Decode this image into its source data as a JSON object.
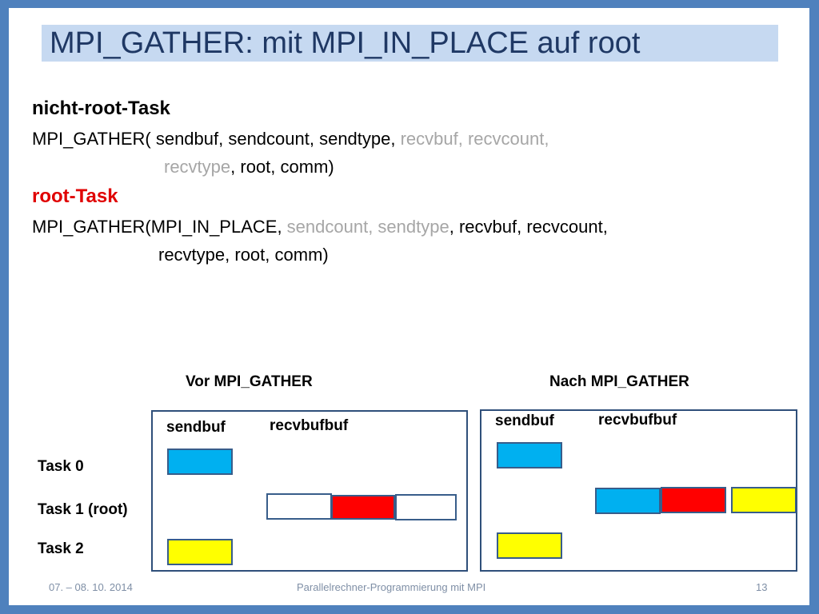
{
  "title": "MPI_GATHER:  mit MPI_IN_PLACE auf root",
  "nonroot": {
    "heading": "nicht-root-Task",
    "line1_black": "MPI_GATHER( sendbuf, sendcount, sendtype, ",
    "line1_grey": "recvbuf, recvcount,",
    "line2_grey": "recvtype",
    "line2_black": ", root, comm)"
  },
  "root": {
    "heading": "root-Task",
    "line1_black_a": "MPI_GATHER(MPI_IN_PLACE, ",
    "line1_grey": "sendcount, sendtype",
    "line1_black_b": ", recvbuf, recvcount,",
    "line2": "recvtype, root, comm)"
  },
  "diagram": {
    "before_title": "Vor MPI_GATHER",
    "after_title": "Nach MPI_GATHER",
    "sendbuf_label": "sendbuf",
    "recvbuf_label": "recvbufbuf",
    "tasks": [
      "Task 0",
      "Task 1 (root)",
      "Task 2"
    ],
    "colors": {
      "task0": "#00b0f0",
      "task1": "#ff0000",
      "task2": "#ffff00",
      "empty": "#ffffff",
      "border": "#385d8a"
    }
  },
  "footer": {
    "date": "07. – 08. 10. 2014",
    "course": "Parallelrechner-Programmierung mit MPI",
    "page": "13"
  }
}
